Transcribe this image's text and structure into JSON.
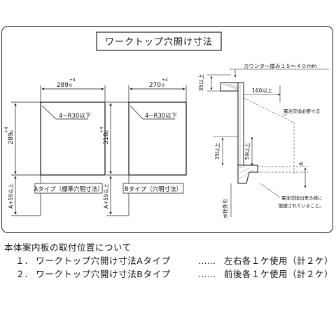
{
  "diagram": {
    "title": "ワークトップ穴開け寸法",
    "type_a": {
      "width": "289",
      "width_tol_upper": "+4",
      "width_tol_lower": "0",
      "height": "289",
      "height_tol_upper": "+4",
      "height_tol_lower": "0",
      "corner": "4−R30以下",
      "edge_offset": "A+59以上",
      "caption": "Aタイプ（標準穴明寸法）"
    },
    "type_b": {
      "width": "270",
      "width_tol_upper": "+4",
      "width_tol_lower": "0",
      "height": "310",
      "height_tol_upper": "+4",
      "height_tol_lower": "0",
      "corner": "4−R30以下",
      "edge_offset": "A+59以上",
      "caption": "Bタイプ（穴明寸法）"
    },
    "section": {
      "counter_thickness": "カウンター厚み１５〜４０mm",
      "top_clearance": "35以上",
      "depth": "160以上",
      "note_upper": "電池交換必要寸法",
      "left_clearance": "35以上",
      "height_clearance": "59以上",
      "dim_a": "A",
      "wall_label": "水栓外形",
      "note_lower_1": "電池交換出来る様に",
      "note_lower_2": "配慮されていること。"
    }
  },
  "notes": {
    "heading": "本体案内板の取付位置について",
    "items": [
      {
        "num": "１．",
        "text": "ワークトップ穴開け寸法Aタイプ",
        "dots": "……",
        "usage": "左右各１ケ使用（計２ケ）"
      },
      {
        "num": "２．",
        "text": "ワークトップ穴開け寸法Bタイプ",
        "dots": "……",
        "usage": "前後各１ケ使用（計２ケ）"
      }
    ]
  }
}
